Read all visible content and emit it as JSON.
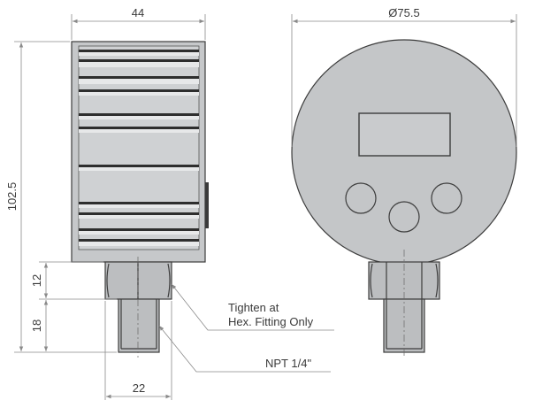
{
  "dimensions": {
    "side_width": "44",
    "diameter": "Ø75.5",
    "height": "102.5",
    "hex_height": "12",
    "thread_height": "18",
    "hex_width": "22"
  },
  "callouts": {
    "tighten_line1": "Tighten at",
    "tighten_line2": "Hex. Fitting Only",
    "thread_spec": "NPT 1/4\""
  }
}
